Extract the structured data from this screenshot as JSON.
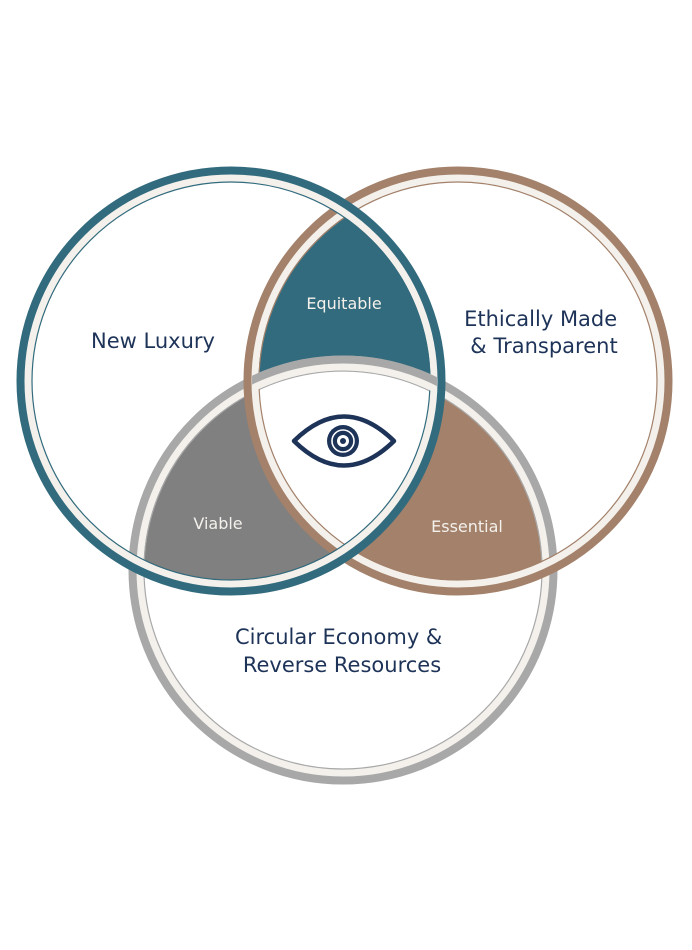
{
  "diagram": {
    "type": "venn",
    "sets": [
      {
        "id": "luxury",
        "label_lines": [
          "New Luxury"
        ],
        "color": "#326b7d"
      },
      {
        "id": "ethical",
        "label_lines": [
          "Ethically Made",
          "& Transparent"
        ],
        "color": "#a3816a"
      },
      {
        "id": "circular",
        "label_lines": [
          "Circular Economy &",
          "Reverse Resources"
        ],
        "color": "#a8a8a8"
      }
    ],
    "intersections": [
      {
        "sets": [
          "luxury",
          "ethical"
        ],
        "label": "Equitable",
        "fill": "#326b7d"
      },
      {
        "sets": [
          "luxury",
          "circular"
        ],
        "label": "Viable",
        "fill": "#808080"
      },
      {
        "sets": [
          "ethical",
          "circular"
        ],
        "label": "Essential",
        "fill": "#a3816a"
      }
    ],
    "center": {
      "icon": "eye-icon",
      "color": "#1e3358"
    },
    "colors": {
      "band": "#f4f1ec",
      "label_text": "#1e3358",
      "region_text": "#f4f1ec"
    }
  }
}
